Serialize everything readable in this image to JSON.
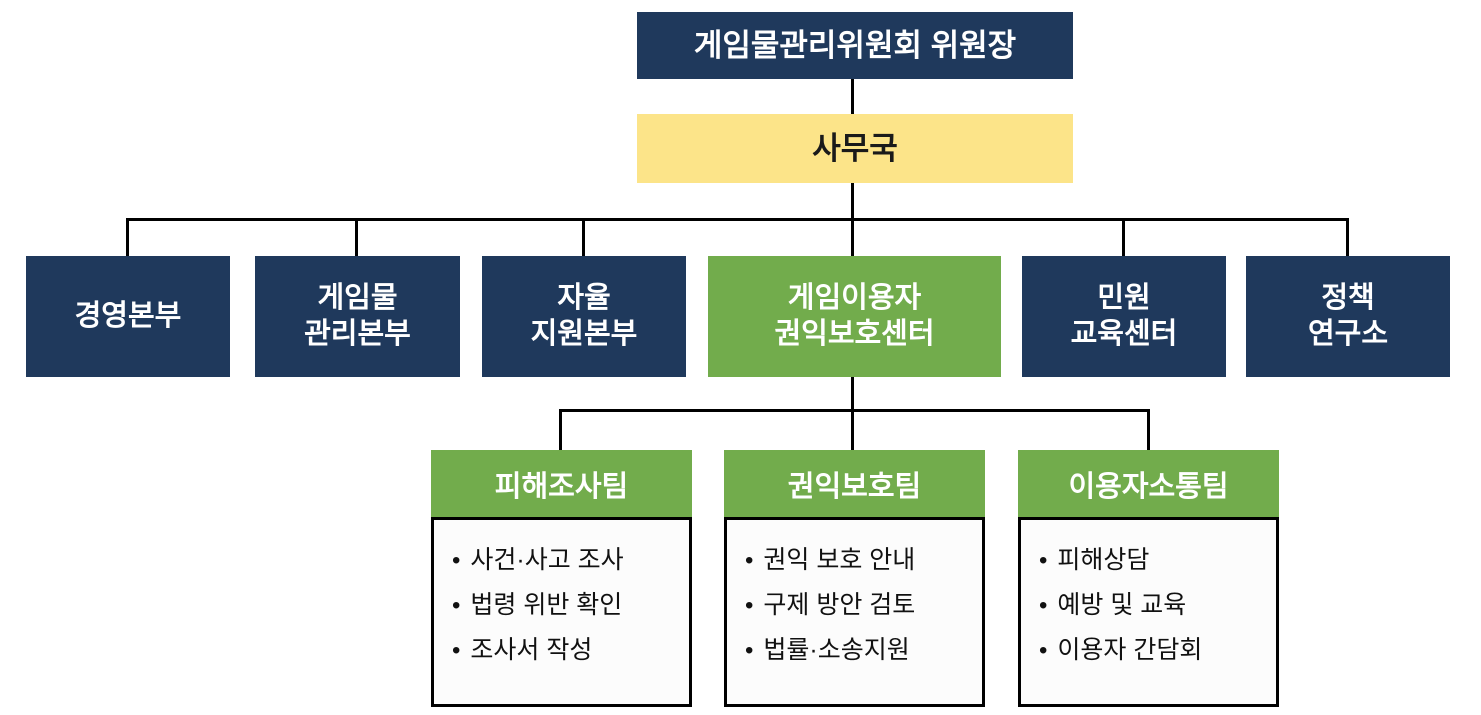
{
  "ui": {
    "bullet": "•"
  },
  "colors": {
    "navy": "#1f395c",
    "green": "#72ac4c",
    "yellow": "#fce489",
    "line": "#000000",
    "body_bg": "#fcfcfc"
  },
  "org_chart": {
    "chairman": {
      "label": "게임물관리위원회 위원장"
    },
    "secretariat": {
      "label": "사무국"
    },
    "departments": [
      {
        "lines": [
          "경영본부",
          ""
        ]
      },
      {
        "lines": [
          "게임물",
          "관리본부"
        ]
      },
      {
        "lines": [
          "자율",
          "지원본부"
        ]
      },
      {
        "lines": [
          "게임이용자",
          "권익보호센터"
        ],
        "highlighted": true
      },
      {
        "lines": [
          "민원",
          "교육센터"
        ]
      },
      {
        "lines": [
          "정책",
          "연구소"
        ]
      }
    ],
    "teams": [
      {
        "name": "피해조사팀",
        "items": [
          "사건·사고 조사",
          "법령 위반 확인",
          "조사서 작성"
        ]
      },
      {
        "name": "권익보호팀",
        "items": [
          "권익 보호 안내",
          "구제 방안 검토",
          "법률·소송지원"
        ]
      },
      {
        "name": "이용자소통팀",
        "items": [
          "피해상담",
          "예방 및 교육",
          "이용자 간담회"
        ]
      }
    ]
  }
}
